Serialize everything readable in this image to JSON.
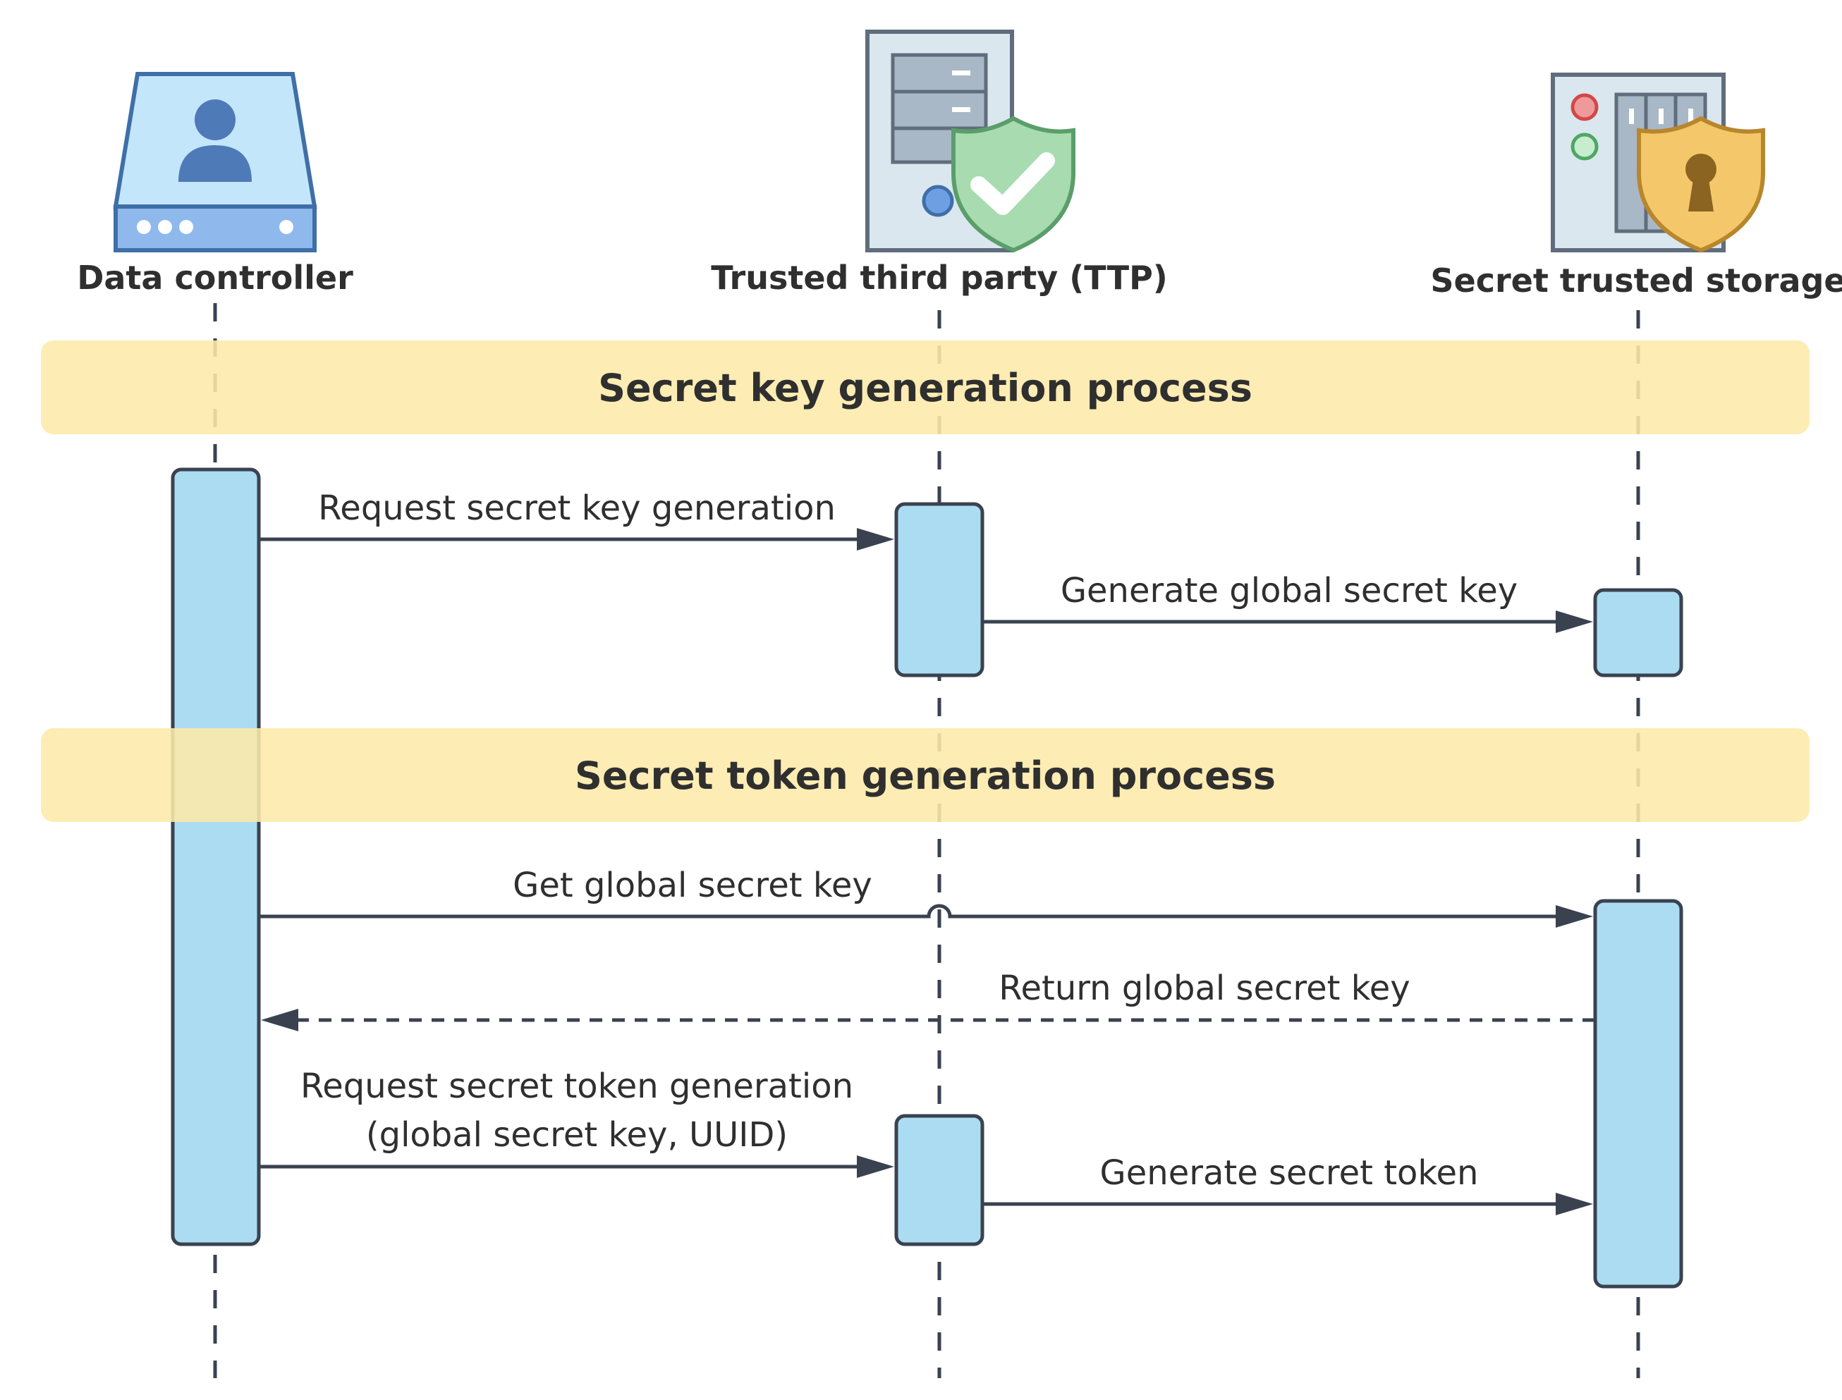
{
  "actors": [
    {
      "id": "dc",
      "label": "Data controller",
      "icon": "user-database-icon"
    },
    {
      "id": "ttp",
      "label": "Trusted third party (TTP)",
      "icon": "server-shield-icon"
    },
    {
      "id": "sts",
      "label": "Secret trusted storage",
      "icon": "storage-lock-icon"
    }
  ],
  "phases": [
    {
      "label": "Secret key generation process"
    },
    {
      "label": "Secret token generation process"
    }
  ],
  "messages": [
    {
      "lines": [
        "Request secret key generation"
      ],
      "from": "dc",
      "to": "ttp",
      "style": "solid"
    },
    {
      "lines": [
        "Generate global secret key"
      ],
      "from": "ttp",
      "to": "sts",
      "style": "solid"
    },
    {
      "lines": [
        "Get global secret key"
      ],
      "from": "dc",
      "to": "sts",
      "style": "solid"
    },
    {
      "lines": [
        "Return global secret key"
      ],
      "from": "sts",
      "to": "dc",
      "style": "dashed"
    },
    {
      "lines": [
        "Request secret token generation",
        "(global secret key, UUID)"
      ],
      "from": "dc",
      "to": "ttp",
      "style": "solid"
    },
    {
      "lines": [
        "Generate secret token"
      ],
      "from": "ttp",
      "to": "sts",
      "style": "solid"
    }
  ],
  "colors": {
    "activation_fill": "#abdcf2",
    "phase_band": "#fde9a8",
    "line": "#3a4250",
    "shield_green": "#a8dbb0",
    "shield_gold": "#f4c86a"
  }
}
